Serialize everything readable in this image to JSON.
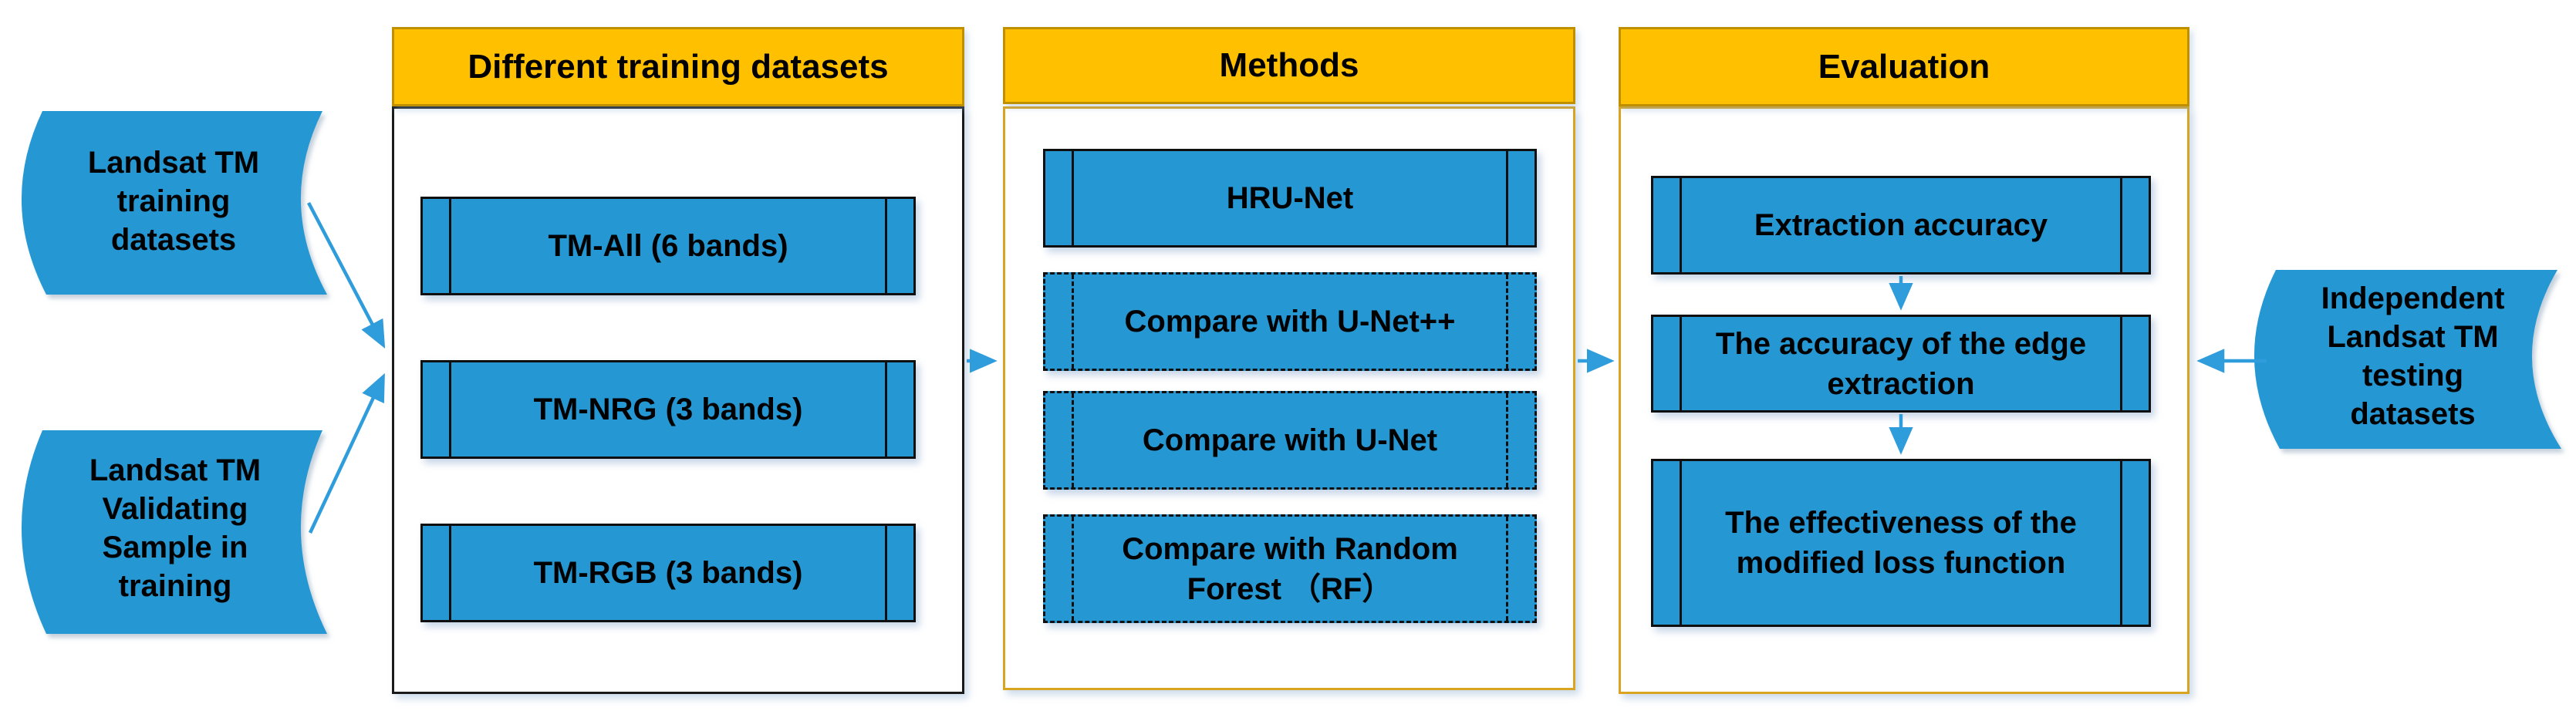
{
  "figure": {
    "type": "flowchart"
  },
  "colors": {
    "shape_blue": "#2598D4",
    "arrow_blue": "#2F9CDB",
    "header_fill": "#FFC000",
    "header_border": "#BE9000",
    "container_border_orange": "#D9A520",
    "container_border_black": "#1A1A1A",
    "text": "#000000"
  },
  "flags": {
    "training": {
      "label": "Landsat TM\ntraining\ndatasets"
    },
    "validating": {
      "label": "Landsat TM\nValidating\nSample in\ntraining"
    },
    "testing": {
      "label": "Independent\nLandsat TM\ntesting\ndatasets"
    }
  },
  "sections": {
    "datasets": {
      "header": "Different training datasets",
      "items": [
        {
          "label": "TM-All (6 bands)"
        },
        {
          "label": "TM-NRG (3 bands)"
        },
        {
          "label": "TM-RGB (3 bands)"
        }
      ]
    },
    "methods": {
      "header": "Methods",
      "items": [
        {
          "label": "HRU-Net"
        },
        {
          "label": "Compare with U-Net++"
        },
        {
          "label": "Compare with U-Net"
        },
        {
          "label": "Compare with Random\nForest （RF）"
        }
      ]
    },
    "evaluation": {
      "header": "Evaluation",
      "items": [
        {
          "label": "Extraction accuracy"
        },
        {
          "label": "The accuracy of the edge\nextraction"
        },
        {
          "label": "The effectiveness of the\nmodified loss function"
        }
      ]
    }
  }
}
